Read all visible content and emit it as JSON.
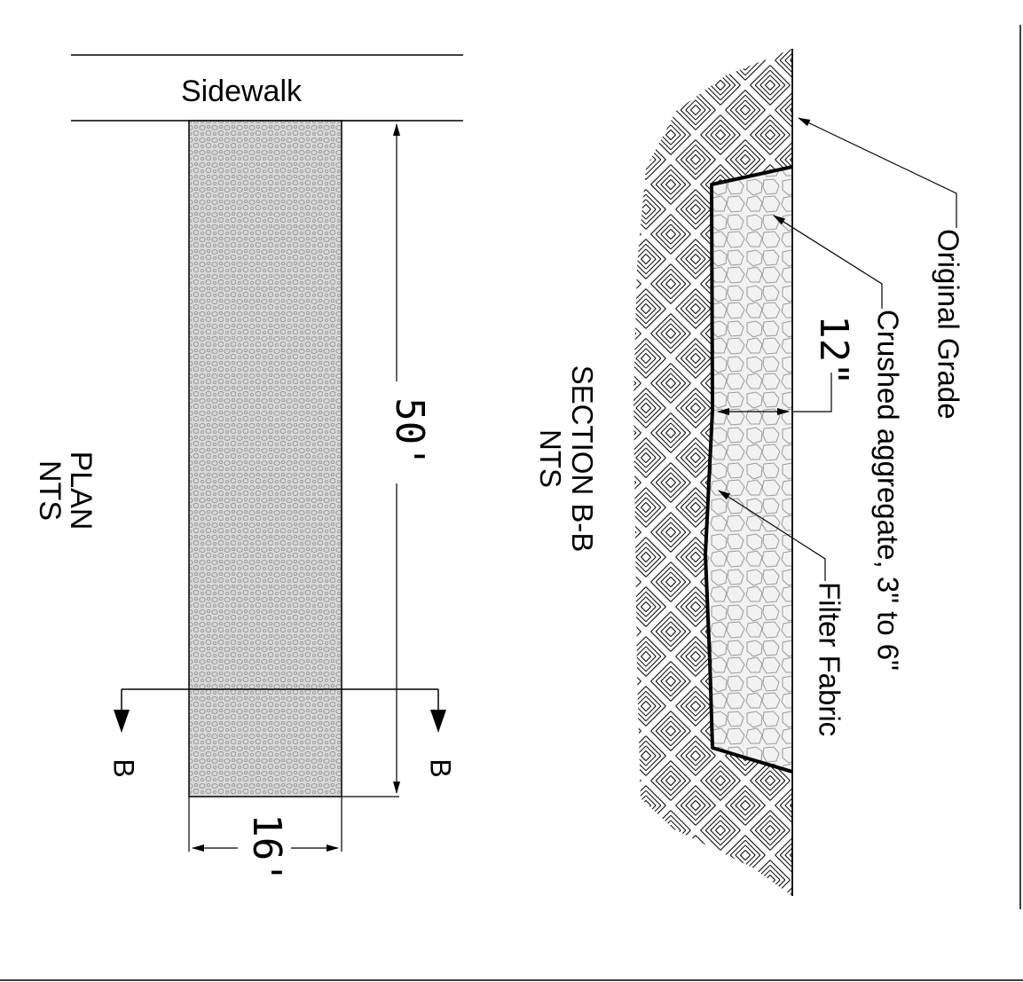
{
  "plan": {
    "sidewalk_label": "Sidewalk",
    "length_dim": "50'",
    "width_dim": "16'",
    "section_marker": "B",
    "view_title": "PLAN",
    "view_scale": "NTS"
  },
  "section": {
    "view_title": "SECTION B-B",
    "view_scale": "NTS",
    "depth_dim": "12\"",
    "callouts": {
      "original_grade": "Original Grade",
      "aggregate": "Crushed aggregate, 3\" to 6\"",
      "filter_fabric": "Filter Fabric"
    }
  },
  "colors": {
    "ink": "#000000",
    "stone_fill": "#d8d8d8",
    "stone_outline": "#9a9a9a",
    "hatch": "#000000"
  }
}
